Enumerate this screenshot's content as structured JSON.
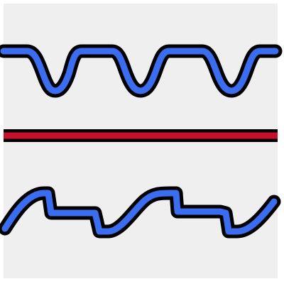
{
  "icon": {
    "name": "waveform-icon",
    "waves": [
      {
        "name": "top-wave",
        "shape": "trapezoid-wave",
        "stroke_color": "#000000",
        "fill_color": "#3a6df0"
      },
      {
        "name": "divider-line",
        "shape": "straight-line",
        "stroke_color": "#000000",
        "fill_color": "#c8102e"
      },
      {
        "name": "bottom-wave",
        "shape": "stepped-sine-wave",
        "stroke_color": "#000000",
        "fill_color": "#3a6df0"
      }
    ],
    "background_color": "#efefef"
  }
}
